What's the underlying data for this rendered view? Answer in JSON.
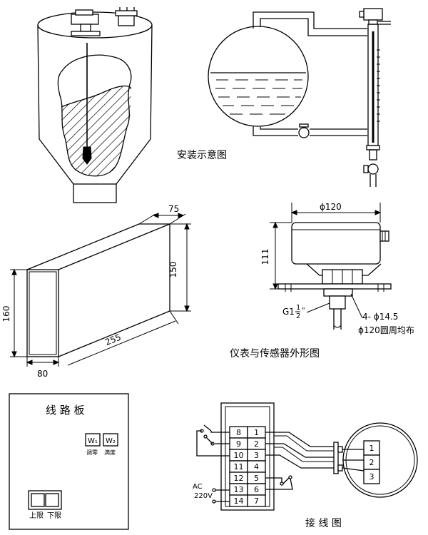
{
  "install": {
    "caption": "安装示意图"
  },
  "outline": {
    "caption": "仪表与传感器外形图",
    "box_dims": {
      "depth": "75",
      "height_side": "150",
      "height_front": "160",
      "length": "255",
      "width": "80"
    },
    "sensor_dims": {
      "diameter": "ϕ120",
      "height": "111",
      "thread": "G1",
      "thread_frac_num": "1",
      "thread_frac_den": "2",
      "thread_quote": "\"",
      "holes": "4- ϕ14.5",
      "pcd": "ϕ120圆周均布"
    }
  },
  "panel": {
    "title": "线 路 板",
    "w1": {
      "label": "W₁",
      "caption": "调零"
    },
    "w2": {
      "label": "W₂",
      "caption": "满度"
    },
    "upper_limit": "上限",
    "lower_limit": "下限"
  },
  "wiring": {
    "caption": "接 线 图",
    "left_terminals": [
      "8",
      "9",
      "10",
      "11",
      "12",
      "13",
      "14"
    ],
    "right_terminals": [
      "1",
      "2",
      "3",
      "4",
      "5",
      "6",
      "7"
    ],
    "sensor_terminals": [
      "1",
      "2",
      "3"
    ],
    "ac_label": "AC",
    "voltage_label": "220V"
  }
}
